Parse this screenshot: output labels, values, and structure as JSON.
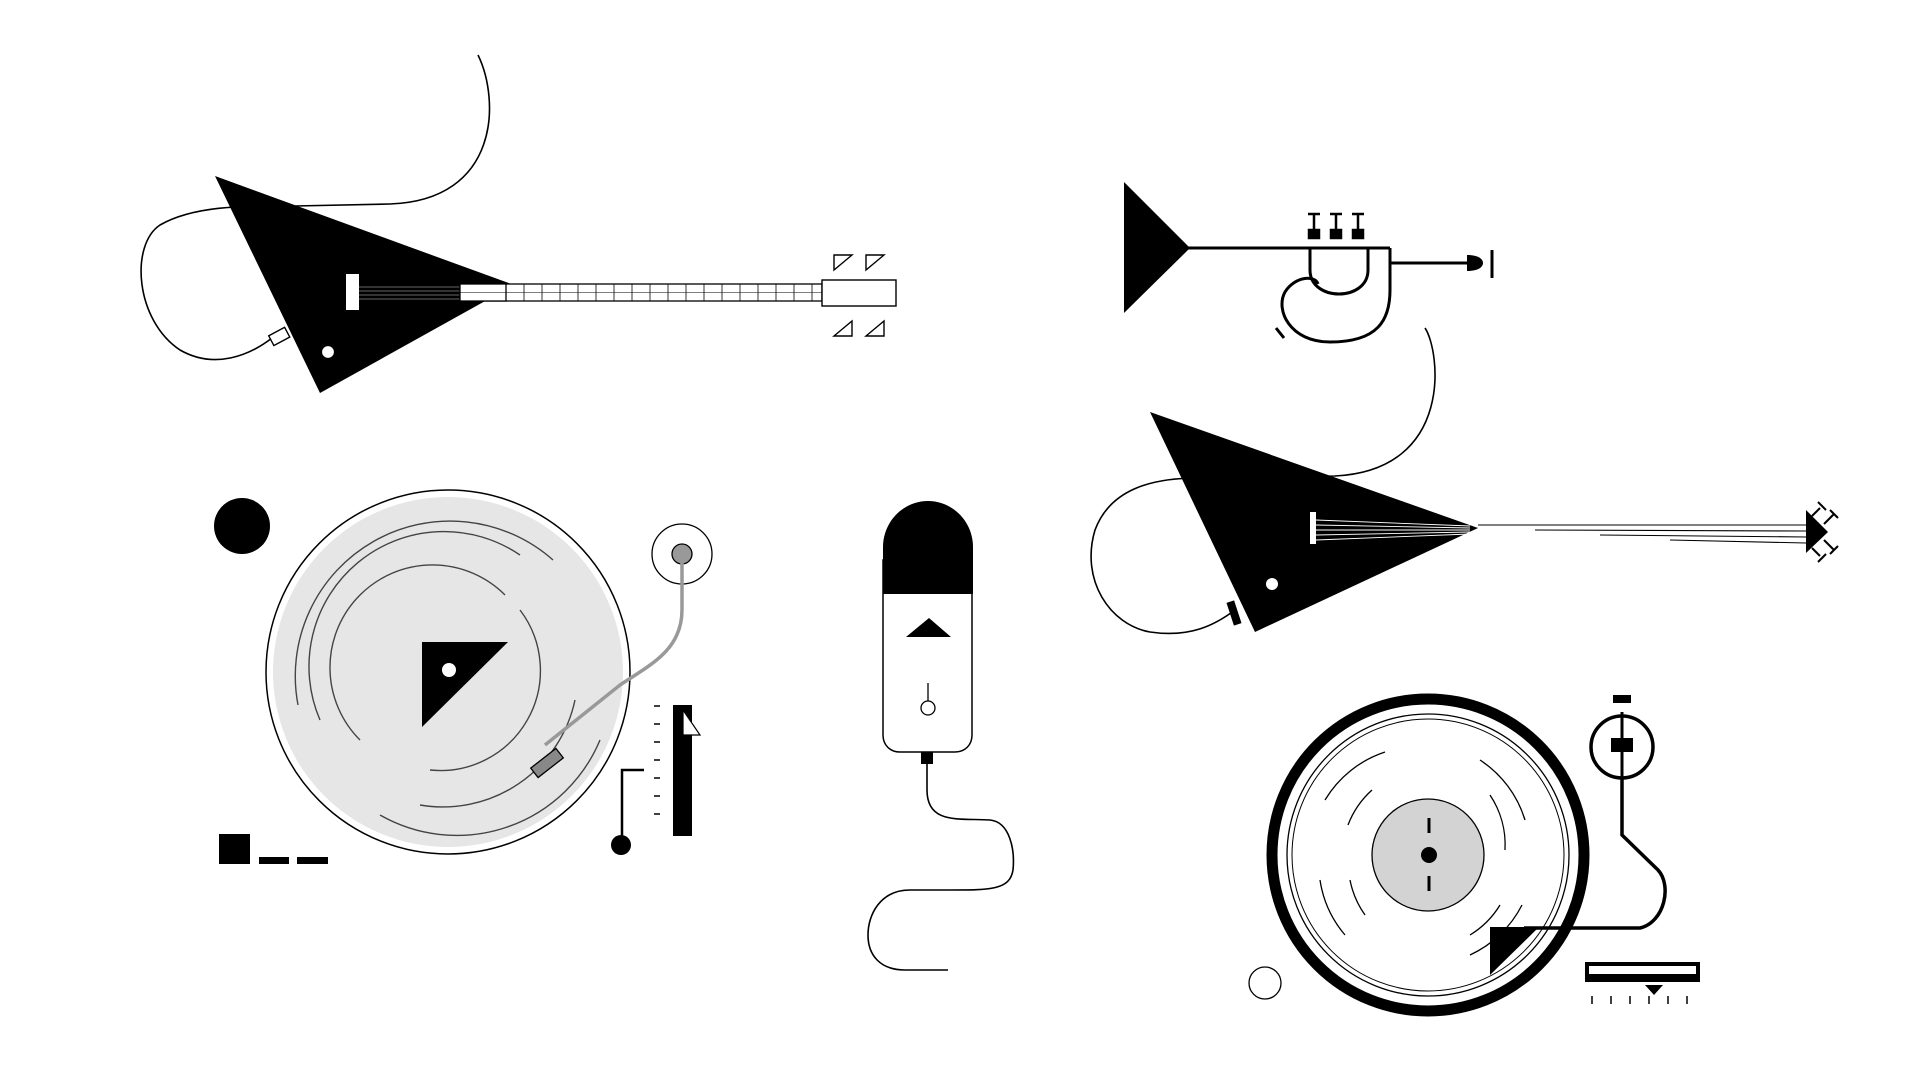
{
  "illustration": {
    "background_color": "#ffffff",
    "ink_color": "#000000",
    "record_fill_color": "#e6e6e6",
    "label_fill_color": "#d3d3d3",
    "tonearm_color": "#999999",
    "objects": [
      "electric-balalaika-with-cable",
      "trumpet",
      "balalaika-with-cable",
      "turntable-gray-platter",
      "microphone-with-cable",
      "vinyl-record-player"
    ]
  }
}
